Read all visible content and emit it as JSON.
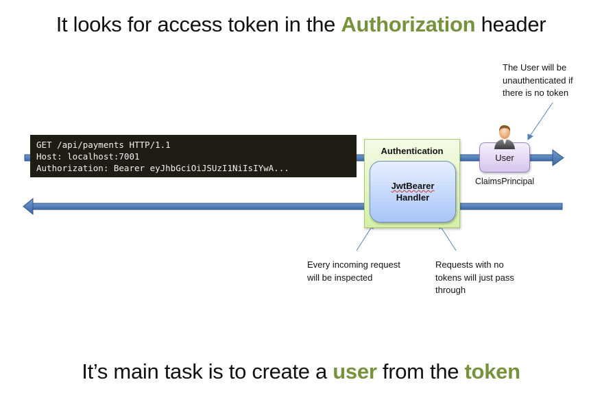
{
  "titles": {
    "top": {
      "before": "It looks for access token in the ",
      "highlight": "Authorization",
      "after": " header"
    },
    "bottom": {
      "before": "It’s main task is to create a ",
      "highlight1": "user",
      "middle": " from the ",
      "highlight2": "token"
    }
  },
  "request": {
    "lines": [
      "GET /api/payments HTTP/1.1",
      "Host: localhost:7001",
      "Authorization: Bearer eyJhbGciOiJSUzI1NiIsIYwA..."
    ]
  },
  "middleware": {
    "label": "Authentication",
    "handler_line1": "JwtBearer",
    "handler_line2": "Handler"
  },
  "user": {
    "label": "User",
    "caption": "ClaimsPrincipal",
    "icon": "user-avatar-icon"
  },
  "notes": {
    "user_unauthenticated": [
      "The User will be",
      "unauthenticated if",
      "there is no token"
    ],
    "every_request": [
      "Every incoming request",
      "will be inspected"
    ],
    "pass_through": [
      "Requests with no",
      "tokens will just pass",
      "through"
    ]
  },
  "colors": {
    "highlight": "#76923c",
    "arrow": "#4f81bd",
    "code_bg": "#1f1c13"
  }
}
